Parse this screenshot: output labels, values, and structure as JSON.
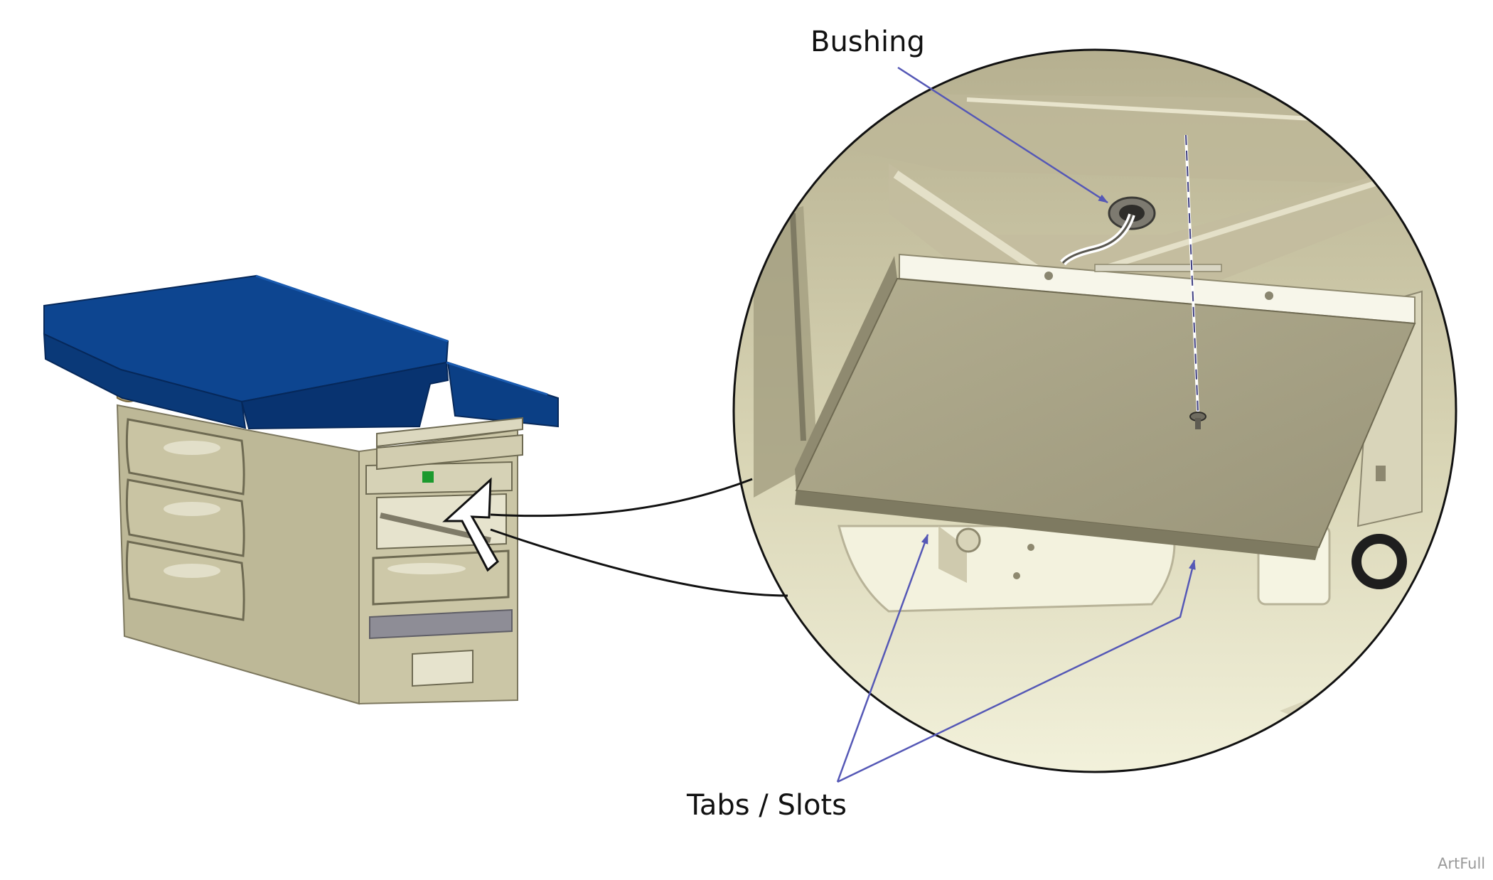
{
  "callouts": {
    "bushing": "Bushing",
    "tabs_slots": "Tabs / Slots"
  },
  "credit": "ArtFull",
  "colors": {
    "upholstery": "#0b3f85",
    "body": "#c8c3a2",
    "detail_background": "#efeed2",
    "panel": "#a8a385",
    "leader": "#5558b6"
  }
}
